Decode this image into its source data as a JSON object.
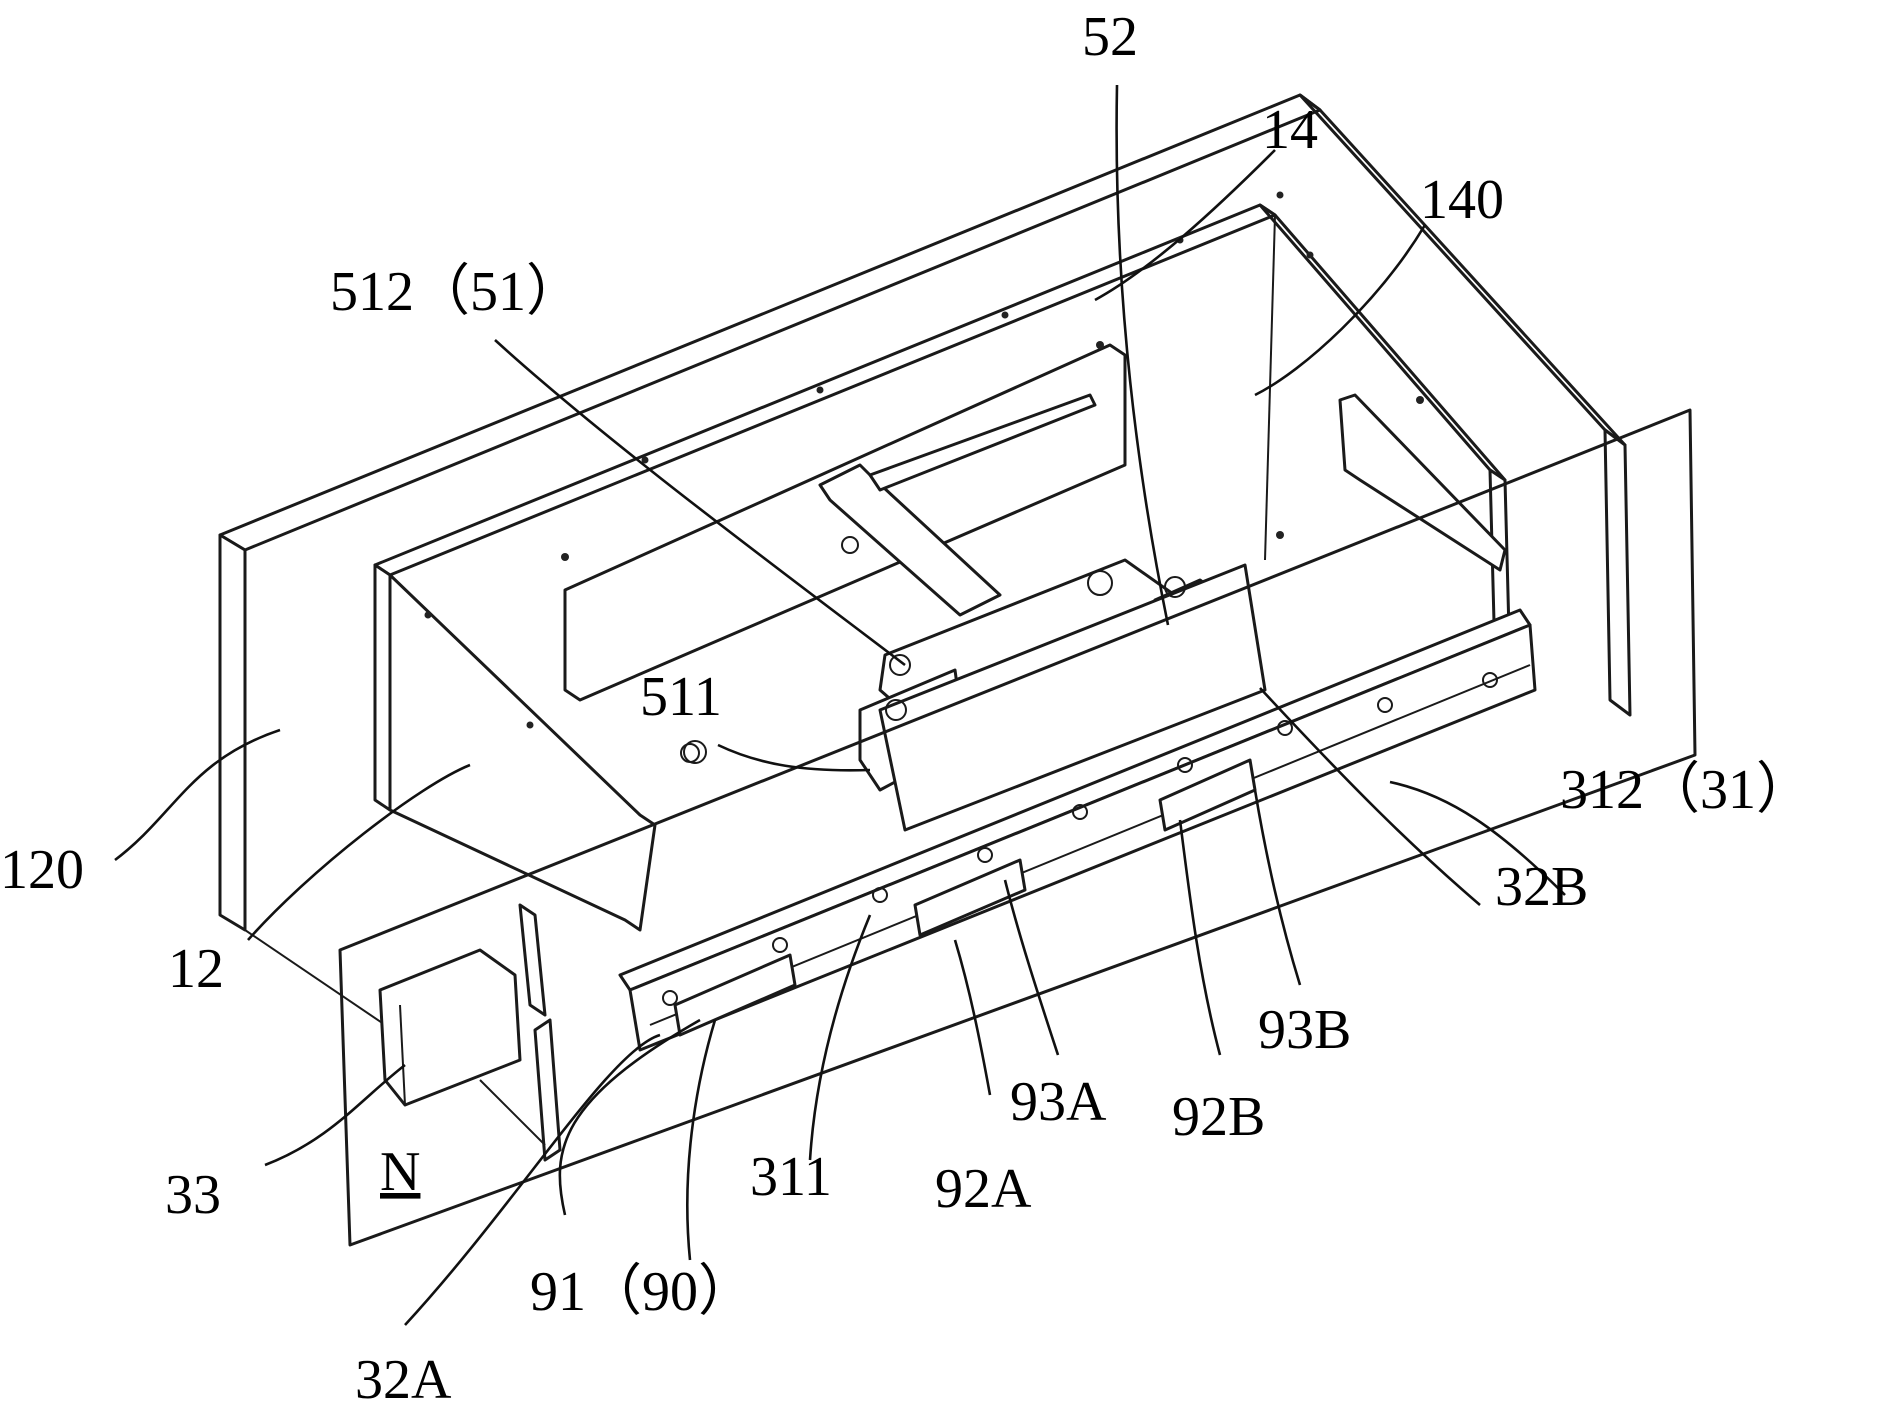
{
  "labels": {
    "l52": "52",
    "l14": "14",
    "l140": "140",
    "l512": "512（51）",
    "l511": "511",
    "l120": "120",
    "l12": "12",
    "l312": "312（31）",
    "l32B": "32B",
    "l93B": "93B",
    "l92B": "92B",
    "l93A": "93A",
    "l92A": "92A",
    "l311": "311",
    "l33": "33",
    "lN": "N",
    "l91": "91（90）",
    "l32A": "32A"
  }
}
